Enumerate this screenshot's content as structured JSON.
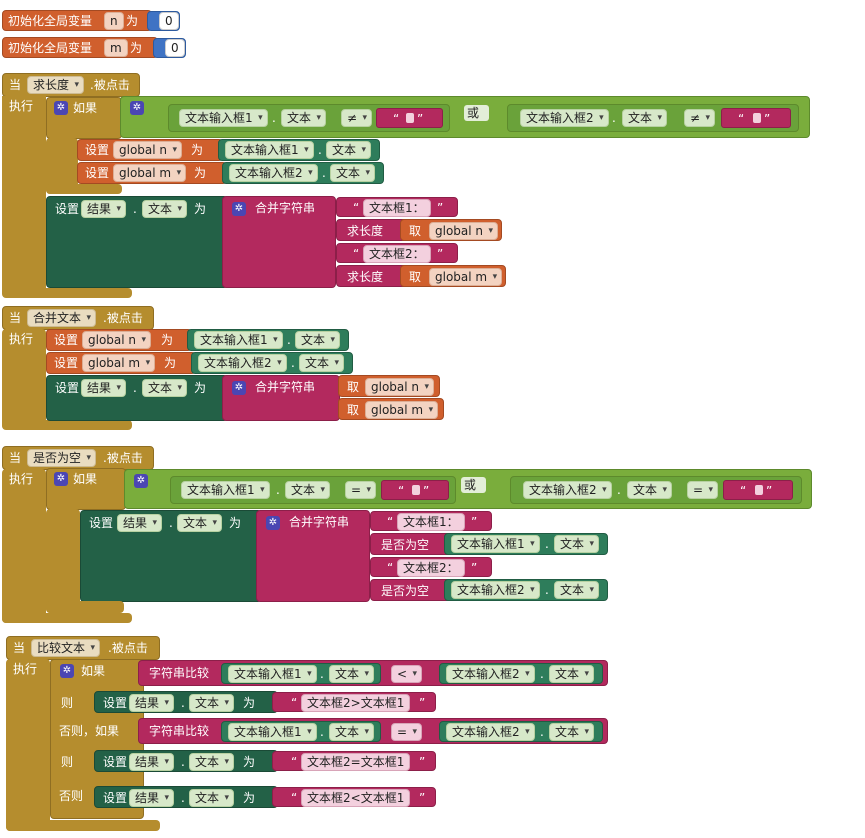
{
  "globals": [
    {
      "label": "初始化全局变量",
      "name": "n",
      "to": "为",
      "value": "0"
    },
    {
      "label": "初始化全局变量",
      "name": "m",
      "to": "为",
      "value": "0"
    }
  ],
  "kw": {
    "when": "当",
    "clicked": ".被点击",
    "do": "执行",
    "if": "如果",
    "then": "则",
    "else_if": "否则，如果",
    "else": "否则",
    "set": "设置",
    "to": "为",
    "or": "或",
    "join": "合并字符串",
    "get": "取",
    "length": "求长度",
    "is_empty": "是否为空",
    "compare": "字符串比较",
    "dot": ".",
    "quote_l": "“",
    "quote_r": "”"
  },
  "components": {
    "input1": "文本输入框1",
    "input2": "文本输入框2",
    "result": "结果",
    "prop_text": "文本"
  },
  "vars": {
    "gn": "global n",
    "gm": "global m"
  },
  "ops": {
    "neq": "≠",
    "eq": "=",
    "lt": "<"
  },
  "strings": {
    "box1": "文本框1：",
    "box2": "文本框2：",
    "gt": "文本框2>文本框1",
    "eqs": "文本框2=文本框1",
    "lts": "文本框2<文本框1"
  },
  "events": {
    "e1": "求长度",
    "e2": "合并文本",
    "e3": "是否为空",
    "e4": "比较文本"
  }
}
